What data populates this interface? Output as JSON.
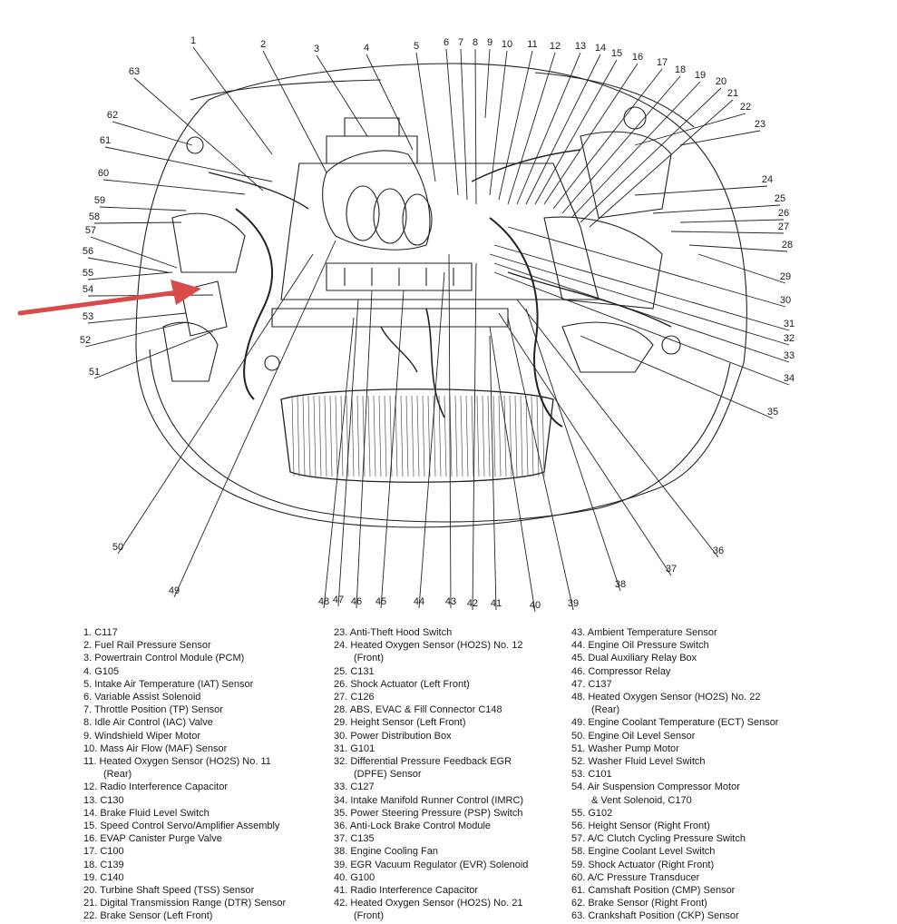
{
  "diagram": {
    "labels": [
      "1",
      "2",
      "3",
      "4",
      "5",
      "6",
      "7",
      "8",
      "9",
      "10",
      "11",
      "12",
      "13",
      "14",
      "15",
      "16",
      "17",
      "18",
      "19",
      "20",
      "21",
      "22",
      "23",
      "24",
      "25",
      "26",
      "27",
      "28",
      "29",
      "30",
      "31",
      "32",
      "33",
      "34",
      "35",
      "36",
      "37",
      "38",
      "39",
      "40",
      "41",
      "42",
      "43",
      "44",
      "45",
      "46",
      "47",
      "48",
      "49",
      "50",
      "51",
      "52",
      "53",
      "54",
      "55",
      "56",
      "57",
      "58",
      "59",
      "60",
      "61",
      "62",
      "63"
    ],
    "pointer_color": "#d94a4a"
  },
  "legend": {
    "col1": [
      {
        "text": "1. C117"
      },
      {
        "text": "2. Fuel Rail Pressure Sensor"
      },
      {
        "text": "3. Powertrain Control Module (PCM)"
      },
      {
        "text": "4. G105"
      },
      {
        "text": "5. Intake Air Temperature (IAT) Sensor"
      },
      {
        "text": "6. Variable Assist Solenoid"
      },
      {
        "text": "7. Throttle Position (TP) Sensor"
      },
      {
        "text": "8. Idle Air Control (IAC) Valve"
      },
      {
        "text": "9. Windshield Wiper Motor"
      },
      {
        "text": "10. Mass Air Flow (MAF) Sensor"
      },
      {
        "text": "11. Heated Oxygen Sensor (HO2S) No. 11"
      },
      {
        "text": "(Rear)",
        "wrap": true
      },
      {
        "text": "12. Radio Interference Capacitor"
      },
      {
        "text": "13. C130"
      },
      {
        "text": "14. Brake Fluid Level Switch"
      },
      {
        "text": "15. Speed Control Servo/Amplifier Assembly"
      },
      {
        "text": "16. EVAP Canister Purge Valve"
      },
      {
        "text": "17. C100"
      },
      {
        "text": "18. C139"
      },
      {
        "text": "19. C140"
      },
      {
        "text": "20. Turbine Shaft Speed (TSS) Sensor"
      },
      {
        "text": "21. Digital Transmission Range (DTR) Sensor"
      },
      {
        "text": "22. Brake Sensor (Left Front)"
      }
    ],
    "col2": [
      {
        "text": "23. Anti-Theft Hood Switch"
      },
      {
        "text": "24. Heated Oxygen Sensor (HO2S) No. 12"
      },
      {
        "text": "(Front)",
        "wrap": true
      },
      {
        "text": "25. C131"
      },
      {
        "text": "26. Shock Actuator (Left Front)"
      },
      {
        "text": "27. C126"
      },
      {
        "text": "28. ABS, EVAC & Fill Connector C148"
      },
      {
        "text": "29. Height Sensor (Left Front)"
      },
      {
        "text": "30. Power Distribution Box"
      },
      {
        "text": "31. G101"
      },
      {
        "text": "32. Differential Pressure Feedback EGR"
      },
      {
        "text": "(DPFE) Sensor",
        "wrap": true
      },
      {
        "text": "33. C127"
      },
      {
        "text": "34. Intake Manifold Runner Control (IMRC)"
      },
      {
        "text": "35. Power Steering Pressure (PSP) Switch"
      },
      {
        "text": "36. Anti-Lock Brake Control Module"
      },
      {
        "text": "37. C135"
      },
      {
        "text": "38. Engine Cooling Fan"
      },
      {
        "text": "39. EGR Vacuum Regulator (EVR) Solenoid"
      },
      {
        "text": "40. G100"
      },
      {
        "text": "41. Radio Interference Capacitor"
      },
      {
        "text": "42. Heated Oxygen Sensor (HO2S) No. 21"
      },
      {
        "text": "(Front)",
        "wrap": true
      }
    ],
    "col3": [
      {
        "text": "43. Ambient Temperature Sensor"
      },
      {
        "text": "44. Engine Oil Pressure Switch"
      },
      {
        "text": "45. Dual Auxiliary Relay Box"
      },
      {
        "text": "46. Compressor Relay"
      },
      {
        "text": "47. C137"
      },
      {
        "text": "48. Heated Oxygen Sensor (HO2S) No. 22"
      },
      {
        "text": "(Rear)",
        "wrap": true
      },
      {
        "text": "49. Engine Coolant Temperature (ECT) Sensor"
      },
      {
        "text": "50. Engine Oil Level Sensor"
      },
      {
        "text": "51. Washer Pump Motor"
      },
      {
        "text": "52. Washer Fluid Level Switch"
      },
      {
        "text": "53. C101"
      },
      {
        "text": "54. Air Suspension Compressor Motor"
      },
      {
        "text": "& Vent Solenoid, C170",
        "wrap": true
      },
      {
        "text": "55. G102"
      },
      {
        "text": "56. Height Sensor (Right Front)"
      },
      {
        "text": "57. A/C Clutch Cycling Pressure Switch"
      },
      {
        "text": "58. Engine Coolant Level Switch"
      },
      {
        "text": "59. Shock Actuator (Right Front)"
      },
      {
        "text": "60. A/C Pressure Transducer"
      },
      {
        "text": "61. Camshaft Position (CMP) Sensor"
      },
      {
        "text": "62. Brake Sensor (Right Front)"
      },
      {
        "text": "63. Crankshaft Position (CKP) Sensor"
      }
    ]
  }
}
